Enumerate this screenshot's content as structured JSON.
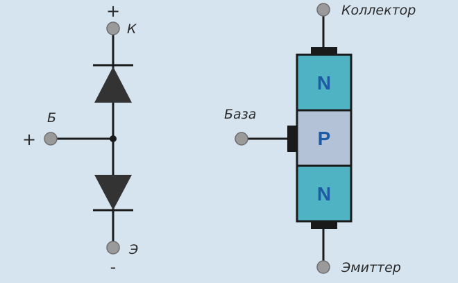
{
  "colors": {
    "background": "#d6e4f0",
    "wire": "#1a1a1a",
    "terminal_fill": "#9a9a9a",
    "terminal_stroke": "#6e6e6e",
    "n_layer": "#4fb3c4",
    "p_layer": "#b3c2d6",
    "letter": "#1f5aa6",
    "label": "#2a2a2a"
  },
  "diode_model": {
    "collector_sign": "+",
    "collector_label": "К",
    "base_sign": "+",
    "base_label": "Б",
    "emitter_sign": "-",
    "emitter_label": "Э"
  },
  "structure": {
    "collector_label": "Коллектор",
    "base_label": "База",
    "emitter_label": "Эмиттер",
    "layers": [
      {
        "type": "N"
      },
      {
        "type": "P"
      },
      {
        "type": "N"
      }
    ]
  }
}
